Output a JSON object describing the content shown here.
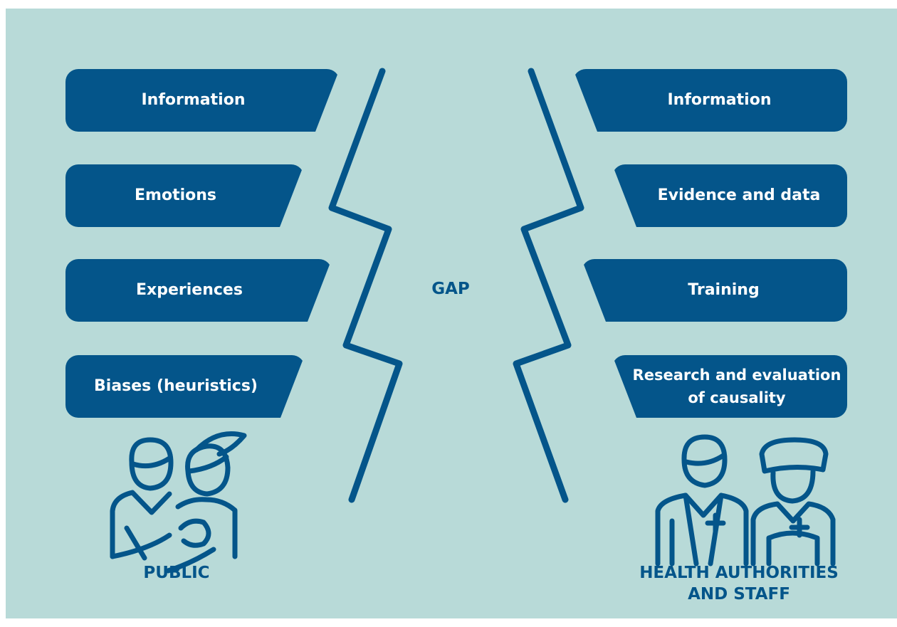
{
  "colors": {
    "background": "#b8dad8",
    "accent": "#04558a",
    "card_text": "#ffffff"
  },
  "gap_label": "GAP",
  "left_cards": [
    {
      "label": "Information"
    },
    {
      "label": "Emotions"
    },
    {
      "label": "Experiences"
    },
    {
      "label": "Biases (heuristics)"
    }
  ],
  "right_cards": [
    {
      "label": "Information"
    },
    {
      "label": "Evidence and data"
    },
    {
      "label": "Training"
    },
    {
      "label": "Research and evaluation of causality"
    }
  ],
  "public_label": "PUBLIC",
  "authorities_label_line1": "HEALTH AUTHORITIES",
  "authorities_label_line2": "AND STAFF",
  "icons": {
    "public": "family-icon",
    "authorities": "doctor-nurse-icon"
  }
}
